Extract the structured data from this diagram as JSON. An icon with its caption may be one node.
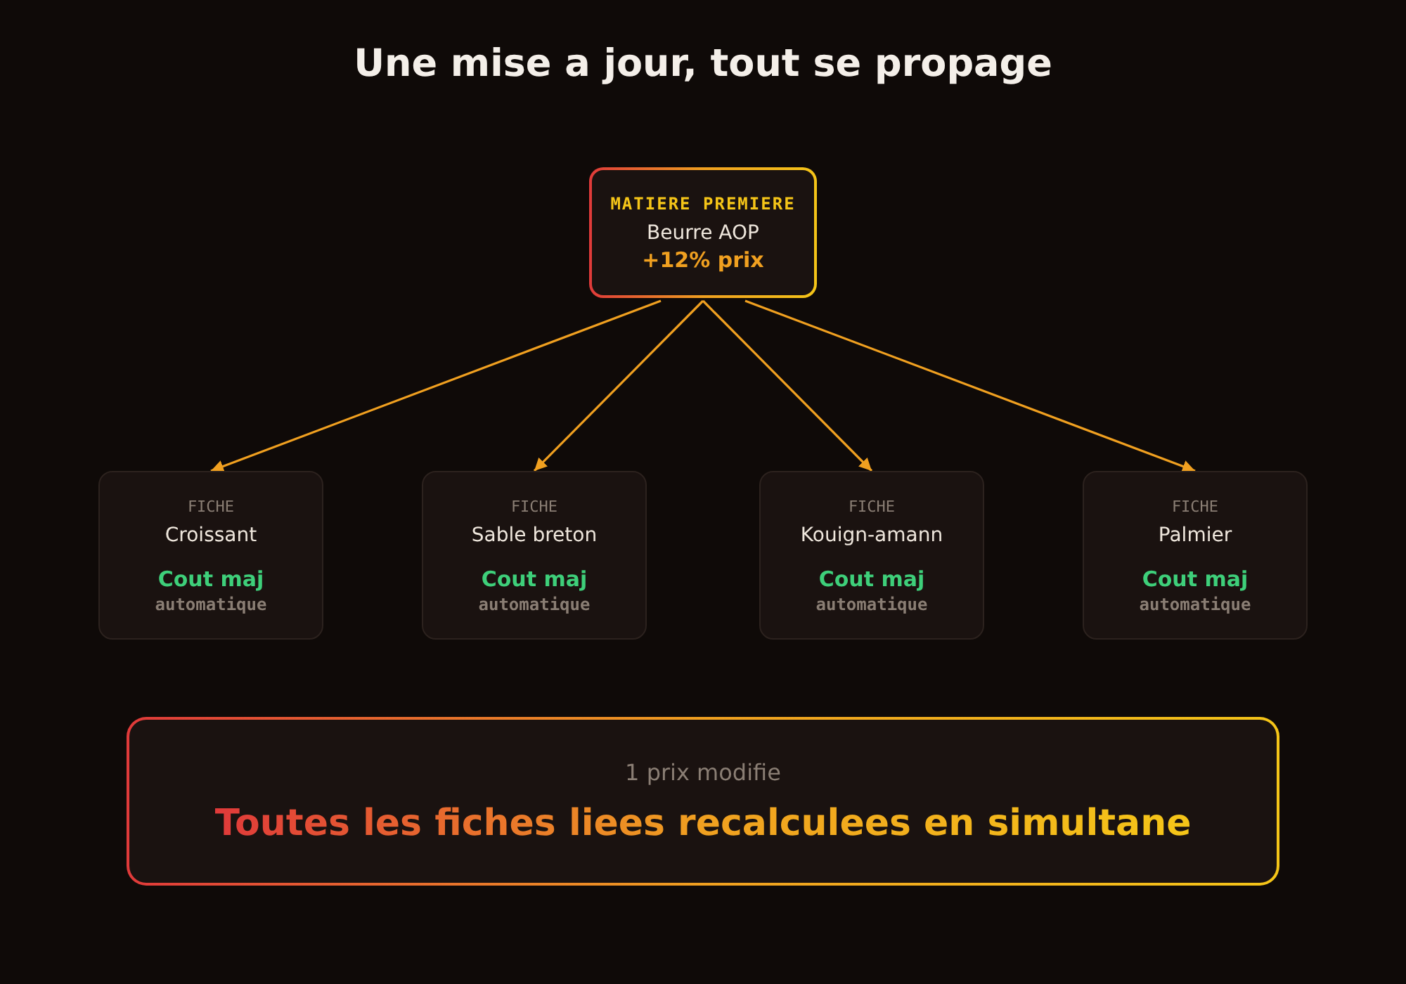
{
  "diagram": {
    "title": "Une mise a jour, tout se propage",
    "nodes": [
      {
        "text": [
          "MATIERE PREMIERE",
          "Beurre AOP",
          "+12% prix"
        ]
      },
      {
        "text": [
          "FICHE",
          "Croissant",
          "Cout maj",
          "automatique"
        ]
      },
      {
        "text": [
          "FICHE",
          "Sable breton",
          "Cout maj",
          "automatique"
        ]
      },
      {
        "text": [
          "FICHE",
          "Kouign-amann",
          "Cout maj",
          "automatique"
        ]
      },
      {
        "text": [
          "FICHE",
          "Palmier",
          "Cout maj",
          "automatique"
        ]
      },
      {
        "text": [
          "1 prix modifie",
          "Toutes les fiches liees recalculees en simultane"
        ]
      }
    ],
    "edges": [
      {
        "from": 0,
        "to": 1,
        "arrow": "to"
      },
      {
        "from": 0,
        "to": 2,
        "arrow": "to"
      },
      {
        "from": 0,
        "to": 3,
        "arrow": "to"
      },
      {
        "from": 0,
        "to": 4,
        "arrow": "to"
      }
    ]
  }
}
